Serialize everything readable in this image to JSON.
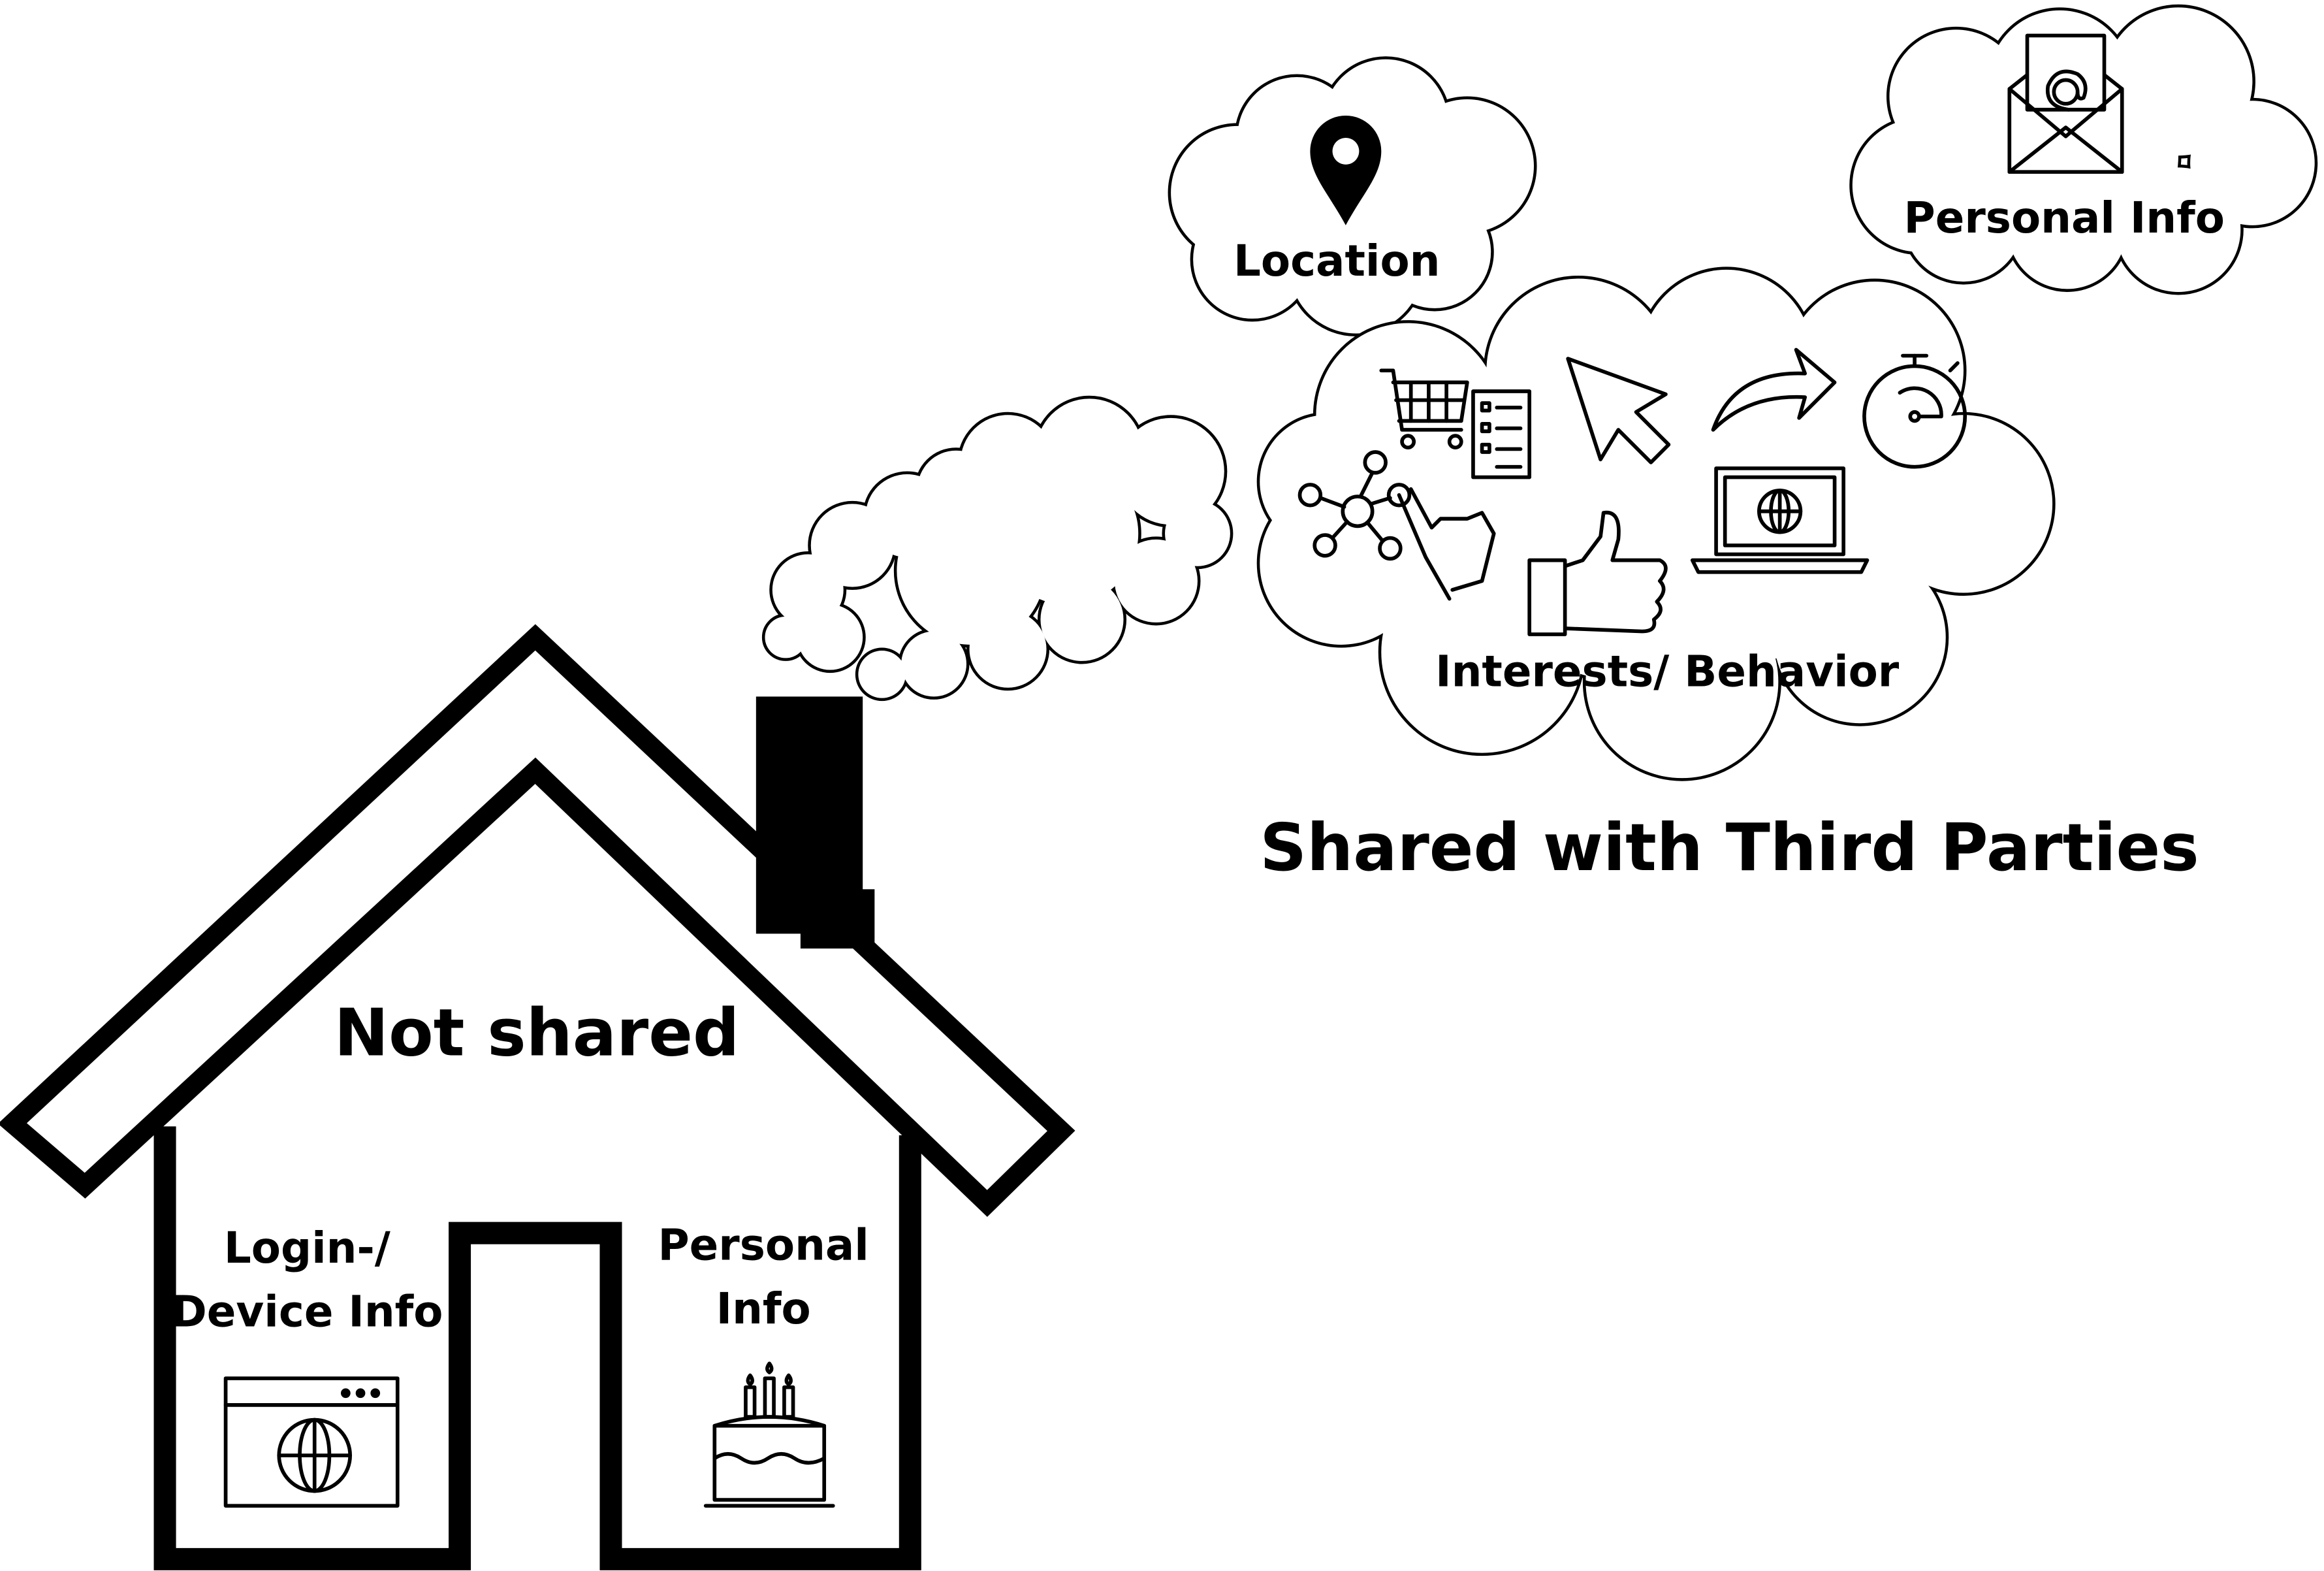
{
  "house": {
    "title": "Not shared",
    "left_label_line1": "Login-/",
    "left_label_line2": "Device Info",
    "right_label_line1": "Personal",
    "right_label_line2": "Info"
  },
  "clouds": {
    "location": "Location",
    "personal_info": "Personal Info",
    "interests": "Interests/ Behavior"
  },
  "caption": "Shared with Third Parties"
}
